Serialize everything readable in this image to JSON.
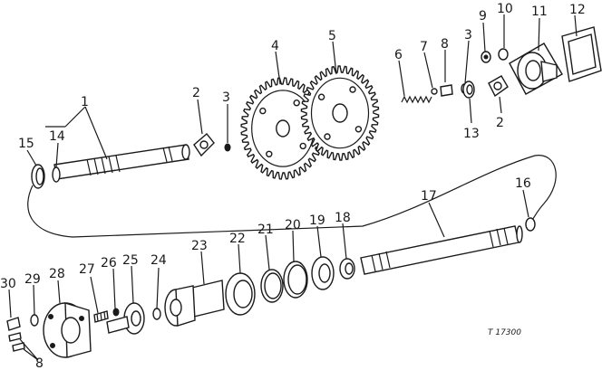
{
  "diagram": {
    "reference": "T 17300",
    "labels": [
      "1",
      "2",
      "3",
      "4",
      "5",
      "6",
      "7",
      "8",
      "3",
      "9",
      "10",
      "11",
      "12",
      "13",
      "2",
      "14",
      "15",
      "16",
      "17",
      "18",
      "19",
      "20",
      "21",
      "22",
      "23",
      "24",
      "25",
      "26",
      "27",
      "28",
      "29",
      "30",
      "8"
    ]
  }
}
